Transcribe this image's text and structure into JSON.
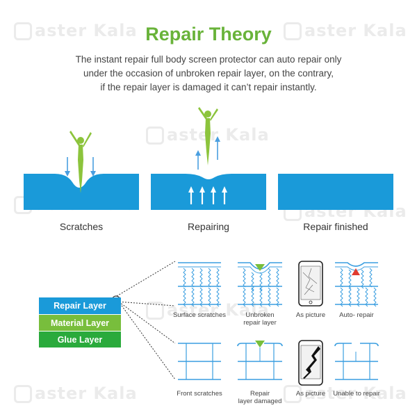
{
  "header": {
    "title": "Repair Theory",
    "description": [
      "The instant repair full body screen protector can auto repair only",
      "under the occasion of unbroken repair layer, on the contrary,",
      "if the repair layer is damaged it can’t repair instantly."
    ]
  },
  "watermark": {
    "text": "aster Kala"
  },
  "stages": [
    {
      "label": "Scratches"
    },
    {
      "label": "Repairing"
    },
    {
      "label": "Repair finished"
    }
  ],
  "layers": [
    {
      "label": "Repair Layer",
      "color": "#1a9ad9"
    },
    {
      "label": "Material Layer",
      "color": "#78be3c"
    },
    {
      "label": "Glue Layer",
      "color": "#2aaa3c"
    }
  ],
  "top_row": [
    {
      "caption": [
        "Surface scratches"
      ]
    },
    {
      "caption": [
        "Unbroken",
        "repair layer"
      ]
    },
    {
      "caption": [
        "As picture"
      ]
    },
    {
      "caption": [
        "Auto- repair"
      ]
    }
  ],
  "bottom_row": [
    {
      "caption": [
        "Front scratches"
      ]
    },
    {
      "caption": [
        "Repair",
        "layer damaged"
      ]
    },
    {
      "caption": [
        "As picture"
      ]
    },
    {
      "caption": [
        "Unable to repair"
      ]
    }
  ],
  "colors": {
    "title_green": "#69b33a",
    "layer_blue": "#1a9ad9",
    "figure_green": "#8cc43c",
    "arrow_blue": "#4a9fe0",
    "alert_red": "#e03b2f"
  }
}
